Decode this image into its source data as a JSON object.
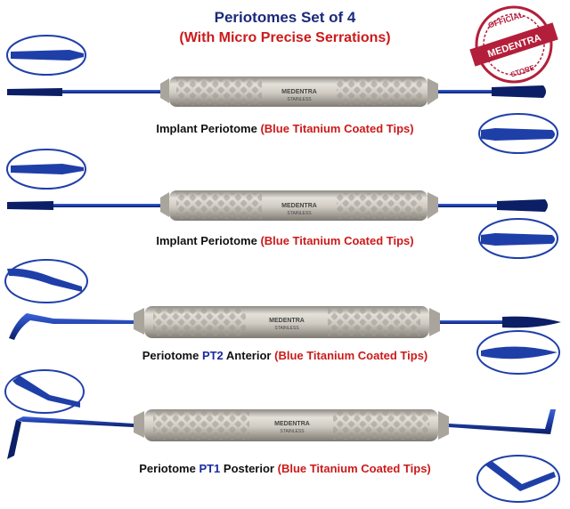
{
  "heading": {
    "line1": "Periotomes Set of 4",
    "line2": "(With Micro Precise Serrations)"
  },
  "brand": {
    "seal_top": "OFFICIAL",
    "seal_middle": "MEDENTRA",
    "seal_bottom": "STORE",
    "handle_text": "MEDENTRA",
    "handle_sub": "STAINLESS"
  },
  "instruments": [
    {
      "name": "Implant Periotome",
      "code": "",
      "type": "",
      "coating": "(Blue Titanium Coated Tips)"
    },
    {
      "name": "Implant Periotome",
      "code": "",
      "type": "",
      "coating": "(Blue Titanium Coated Tips)"
    },
    {
      "name": "Periotome",
      "code": "PT2",
      "type": "Anterior",
      "coating": "(Blue Titanium Coated Tips)"
    },
    {
      "name": "Periotome",
      "code": "PT1",
      "type": "Posterior",
      "coating": "(Blue Titanium Coated Tips)"
    }
  ],
  "colors": {
    "title": "#1a2a7a",
    "accent_red": "#cc1a1a",
    "tip_blue": "#1f3fa8",
    "handle_steel": "#c9c5bd"
  }
}
